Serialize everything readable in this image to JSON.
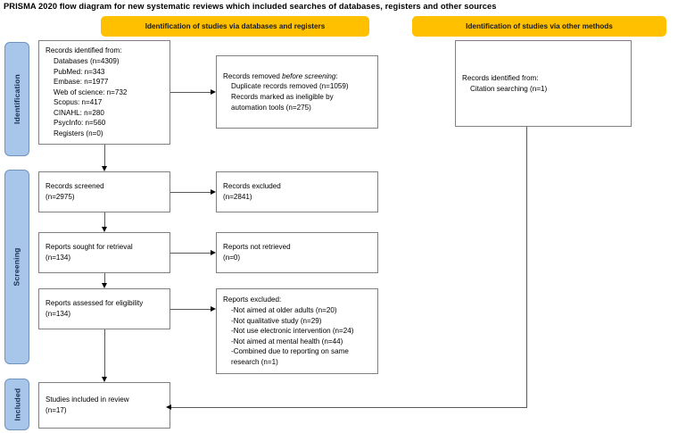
{
  "title": "PRISMA 2020 flow diagram for new systematic reviews which included searches of databases, registers and other sources",
  "headers": {
    "databases": "Identification of studies via databases and registers",
    "other": "Identification of studies via other methods"
  },
  "stages": {
    "identification": "Identification",
    "screening": "Screening",
    "included": "Included"
  },
  "nodes": {
    "records_identified": "Records identified from:\n    Databases (n=4309)\n    PubMed: n=343\n    Embase: n=1977\n    Web of science: n=732\n    Scopus: n=417\n    CINAHL: n=280\n    PsycInfo: n=560\n    Registers (n=0)",
    "records_removed_lead": "Records removed ",
    "records_removed_ital": "before screening",
    "records_removed_tail": ":\n    Duplicate records removed (n=1059)\n    Records marked as ineligible by\n    automation tools (n=275)",
    "records_screened": "Records screened\n(n=2975)",
    "records_excluded": "Records excluded\n(n=2841)",
    "reports_sought": "Reports sought for retrieval\n(n=134)",
    "reports_not_retrieved": "Reports not retrieved\n(n=0)",
    "reports_assessed": "Reports assessed for eligibility\n(n=134)",
    "reports_excluded": "Reports excluded:\n    -Not aimed at older adults (n=20)\n    -Not qualitative study (n=29)\n    -Not use electronic intervention (n=24)\n    -Not aimed at mental health (n=44)\n    -Combined due to reporting on same\n    research (n=1)",
    "studies_included": "Studies included in review\n(n=17)",
    "citation_searching": "Records identified from:\n    Citation searching (n=1)"
  },
  "colors": {
    "header_bar": "#FFC000",
    "stage_bar": "#A8C6EA",
    "node_border": "#808080",
    "connector": "#595959"
  }
}
